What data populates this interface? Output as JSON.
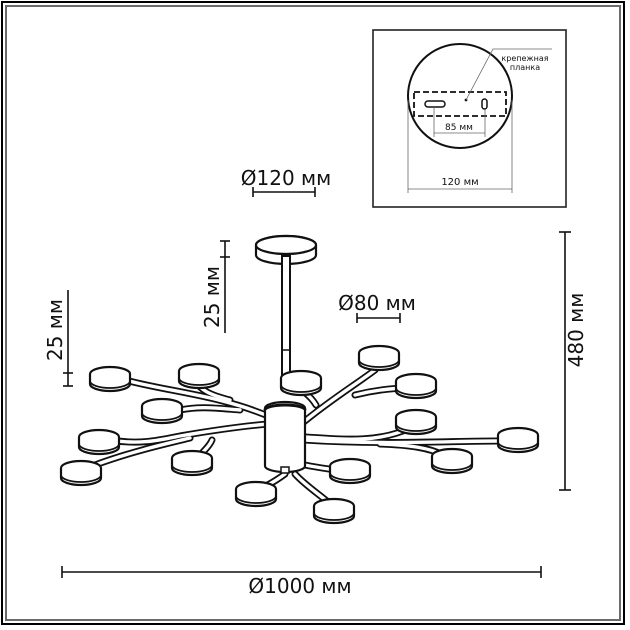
{
  "diagram": {
    "title": "Chandelier dimensional drawing",
    "colors": {
      "line": "#111111",
      "frame_outer": "#000000",
      "frame_inner": "#6b6b6b",
      "leader": "#666666",
      "background": "#ffffff"
    },
    "dimensions": {
      "canopy_diameter": "Ø120 мм",
      "canopy_height": "25 мм",
      "shade_height": "25 мм",
      "shade_diameter": "Ø80 мм",
      "total_height": "480 мм",
      "total_diameter": "Ø1000 мм"
    },
    "inset": {
      "label_bracket_line1": "крепежная",
      "label_bracket_line2": "планка",
      "hole_spacing": "85 мм",
      "plate_diameter": "120 мм"
    },
    "shade_count": 16
  }
}
